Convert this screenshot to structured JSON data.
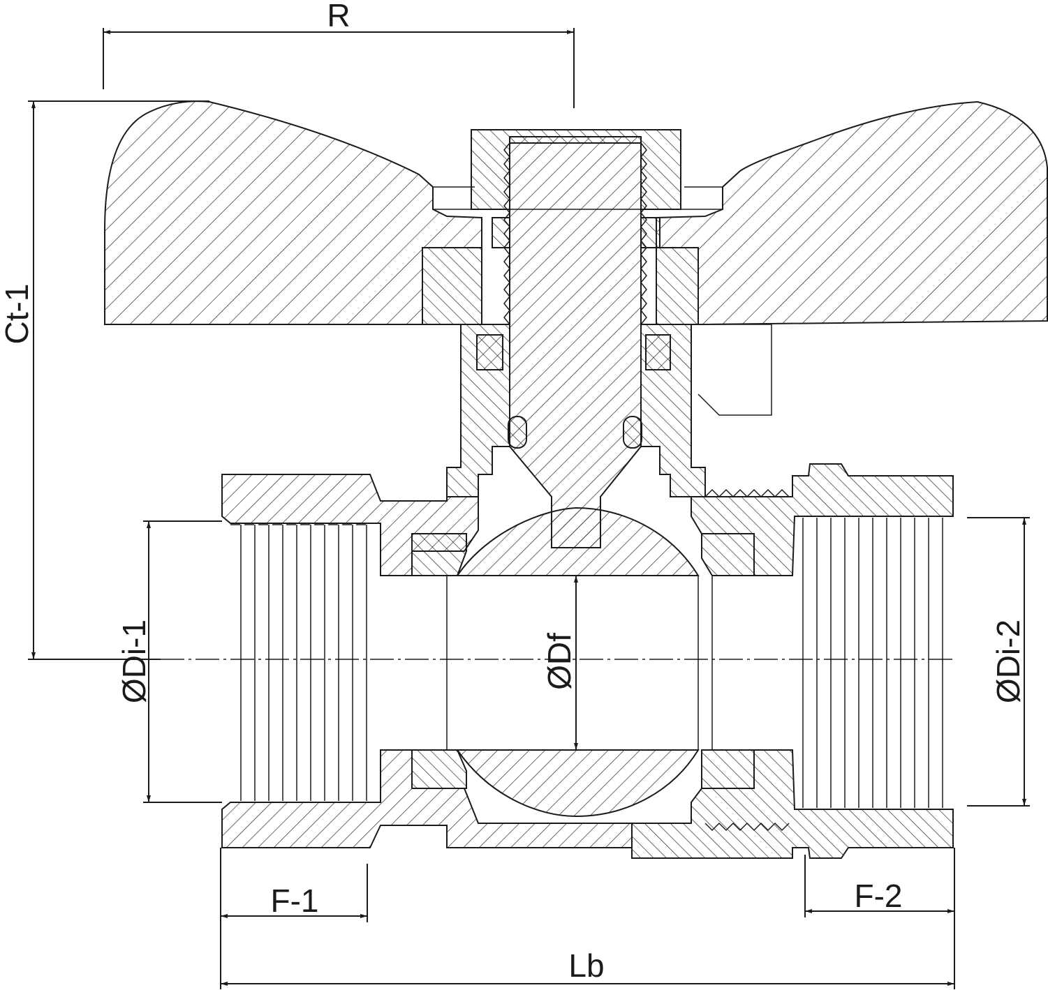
{
  "drawing": {
    "labels": {
      "handle_span": "R",
      "total_height": "Ct-1",
      "inlet_diameter": "ØDi-1",
      "flow_diameter": "ØDf",
      "outlet_diameter": "ØDi-2",
      "inlet_thread_length": "F-1",
      "outlet_thread_length": "F-2",
      "body_length": "Lb"
    }
  }
}
